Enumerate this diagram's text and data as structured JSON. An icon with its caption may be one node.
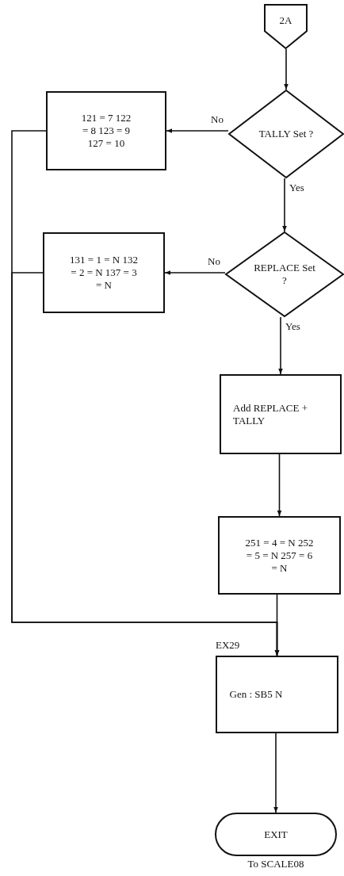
{
  "diagram": {
    "nodes": [
      {
        "text": [
          "2A"
        ]
      },
      {
        "text": [
          "TALLY Set ?"
        ]
      },
      {
        "text": [
          "121 = 7 122 = 8 123 = 9 127 = 10"
        ]
      },
      {
        "text": [
          "REPLACE Set ?"
        ]
      },
      {
        "text": [
          "131 = 1 = N 132 = 2 = N 137 = 3 = N"
        ]
      },
      {
        "text": [
          "Add REPLACE + TALLY"
        ]
      },
      {
        "text": [
          "251 = 4 = N 252 = 5 = N 257 = 6 = N"
        ]
      },
      {
        "text": [
          "Gen : SB5  N"
        ],
        "beside": [
          "EX29"
        ]
      },
      {
        "text": [
          "EXIT"
        ],
        "beside": [
          "To SCALE08"
        ]
      }
    ],
    "edges": [
      {
        "from": 0,
        "to": 1,
        "arrow": "to"
      },
      {
        "from": 1,
        "to": 2,
        "arrow": "to",
        "label": "No"
      },
      {
        "from": 1,
        "to": 3,
        "arrow": "to",
        "label": "Yes"
      },
      {
        "from": 3,
        "to": 4,
        "arrow": "to",
        "label": "No"
      },
      {
        "from": 3,
        "to": 5,
        "arrow": "to",
        "label": "Yes"
      },
      {
        "from": 5,
        "to": 6,
        "arrow": "to"
      },
      {
        "from": 2,
        "to": 7,
        "arrow": "to"
      },
      {
        "from": 4,
        "to": 7,
        "arrow": "to"
      },
      {
        "from": 6,
        "to": 7,
        "arrow": "to"
      },
      {
        "from": 7,
        "to": 8,
        "arrow": "to"
      }
    ]
  }
}
